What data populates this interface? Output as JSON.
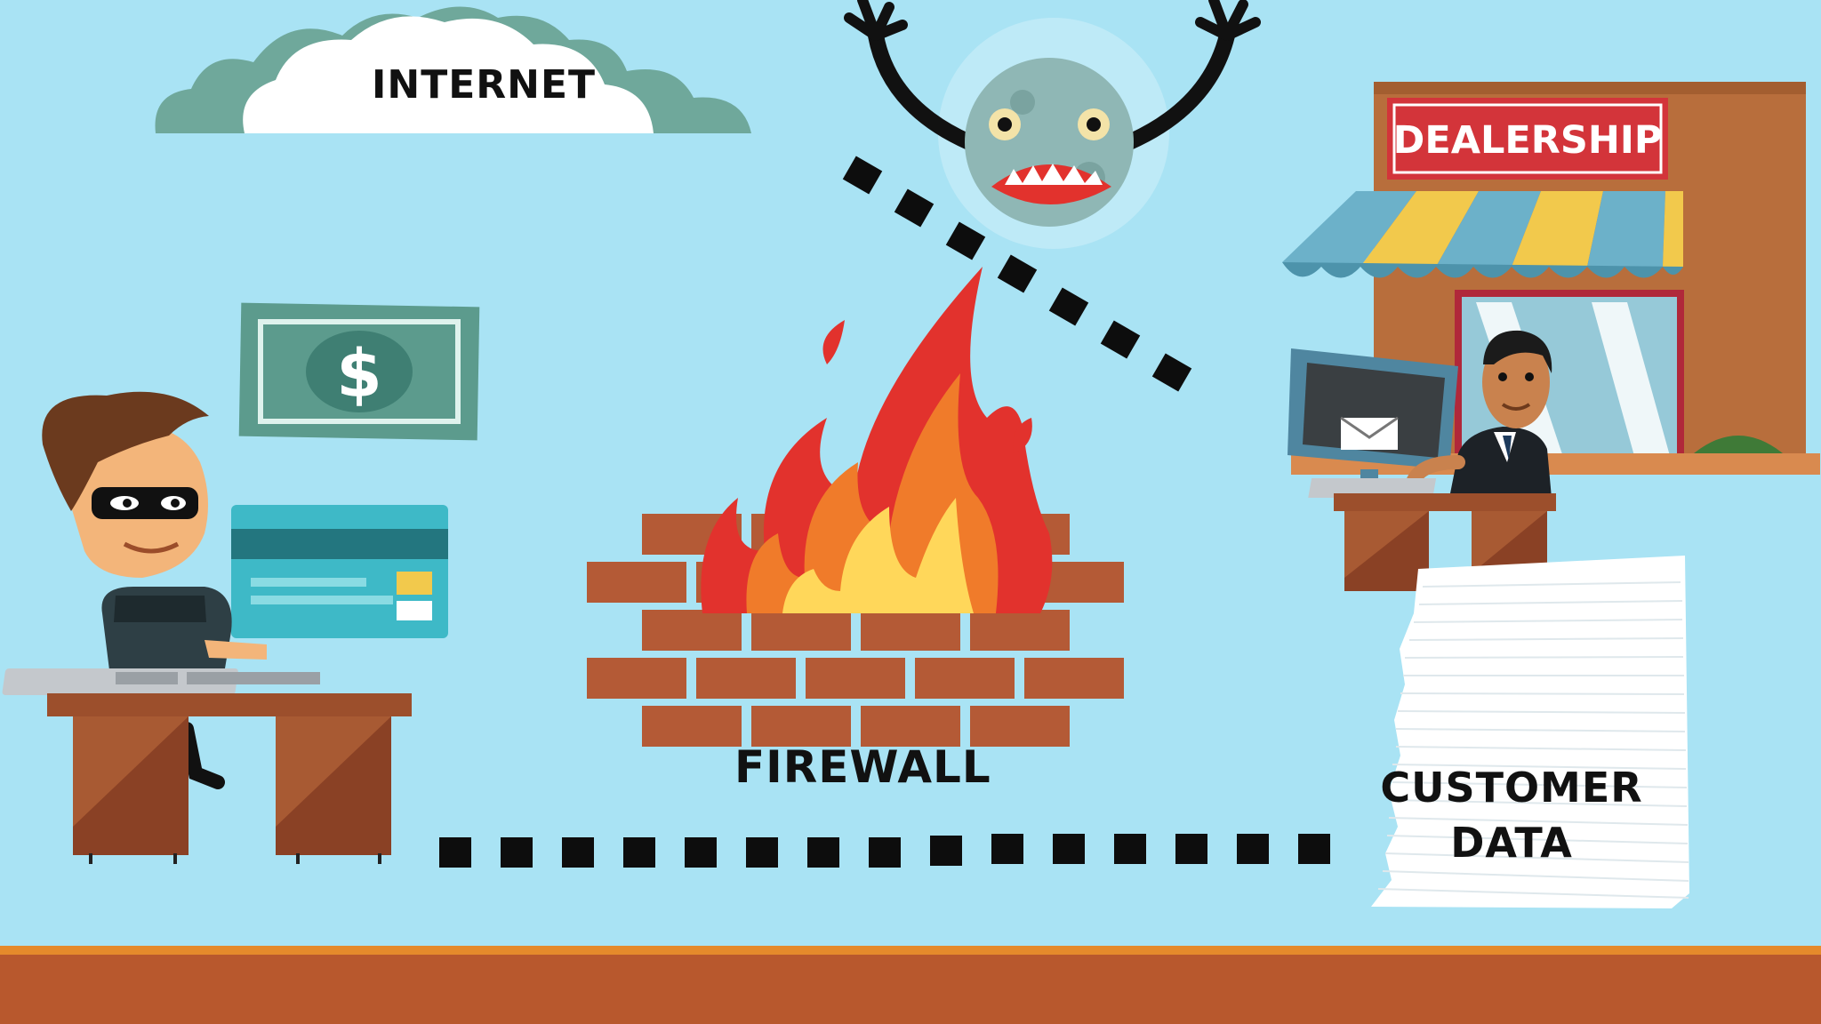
{
  "labels": {
    "internet": "INTERNET",
    "dealership": "DEALERSHIP",
    "firewall": "FIREWALL",
    "customer_data": [
      "CUSTOMER",
      "DATA"
    ],
    "currency_symbol": "$"
  },
  "colors": {
    "sky": "#a9e3f4",
    "brick": "#b45a36",
    "mortar": "#a9e3f4",
    "flame_red": "#e2322d",
    "flame_orange": "#f07b2a",
    "flame_yellow": "#ffd75a",
    "ground_orange": "#e58a2b",
    "ground_brown": "#b8582d",
    "dash": "#0d0d0d",
    "banknote": "#5c9b8d",
    "card": "#3eb9c7",
    "dealership_sign": "#d3343a"
  },
  "icons": [
    "cloud-icon",
    "virus-monster-icon",
    "banknote-icon",
    "dollar-icon",
    "credit-card-icon",
    "hacker-icon",
    "desk-icon",
    "firewall-bricks-icon",
    "fire-icon",
    "storefront-icon",
    "awning-icon",
    "salesman-icon",
    "computer-monitor-icon",
    "envelope-icon",
    "paper-stack-icon"
  ]
}
